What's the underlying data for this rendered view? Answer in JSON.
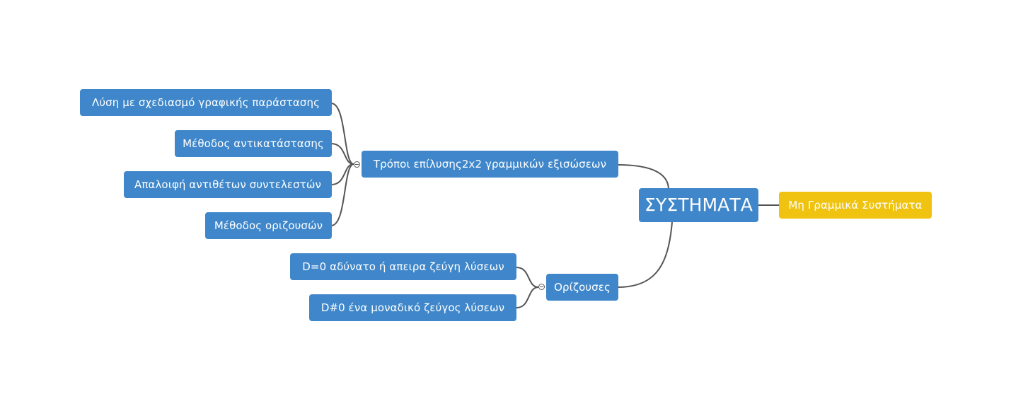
{
  "root": {
    "label": "ΣΥΣΤΗΜΑΤΑ"
  },
  "right_branch": {
    "label": "Μη Γραμμικά Συστήματα",
    "color": "#efc30f"
  },
  "methods": {
    "label": "Τρόποι επίλυσης2x2 γραμμικών εξισώσεων",
    "children": [
      "Λύση με σχεδιασμό γραφικής παράστασης",
      "Μέθοδος αντικατάστασης",
      "Απαλοιφή αντιθέτων συντελεστών",
      "Μέθοδος οριζουσών"
    ]
  },
  "determinants": {
    "label": "Ορίζουσες",
    "children": [
      "D=0 αδύνατο ή απειρα ζεύγη λύσεων",
      "D#0 ένα μοναδικό ζεύγος λύσεων"
    ]
  },
  "colors": {
    "node": "#3f87ca",
    "highlight": "#efc30f",
    "link": "#555555",
    "background": "#ffffff"
  },
  "icons": {
    "collapse": "collapse-toggle-icon"
  }
}
